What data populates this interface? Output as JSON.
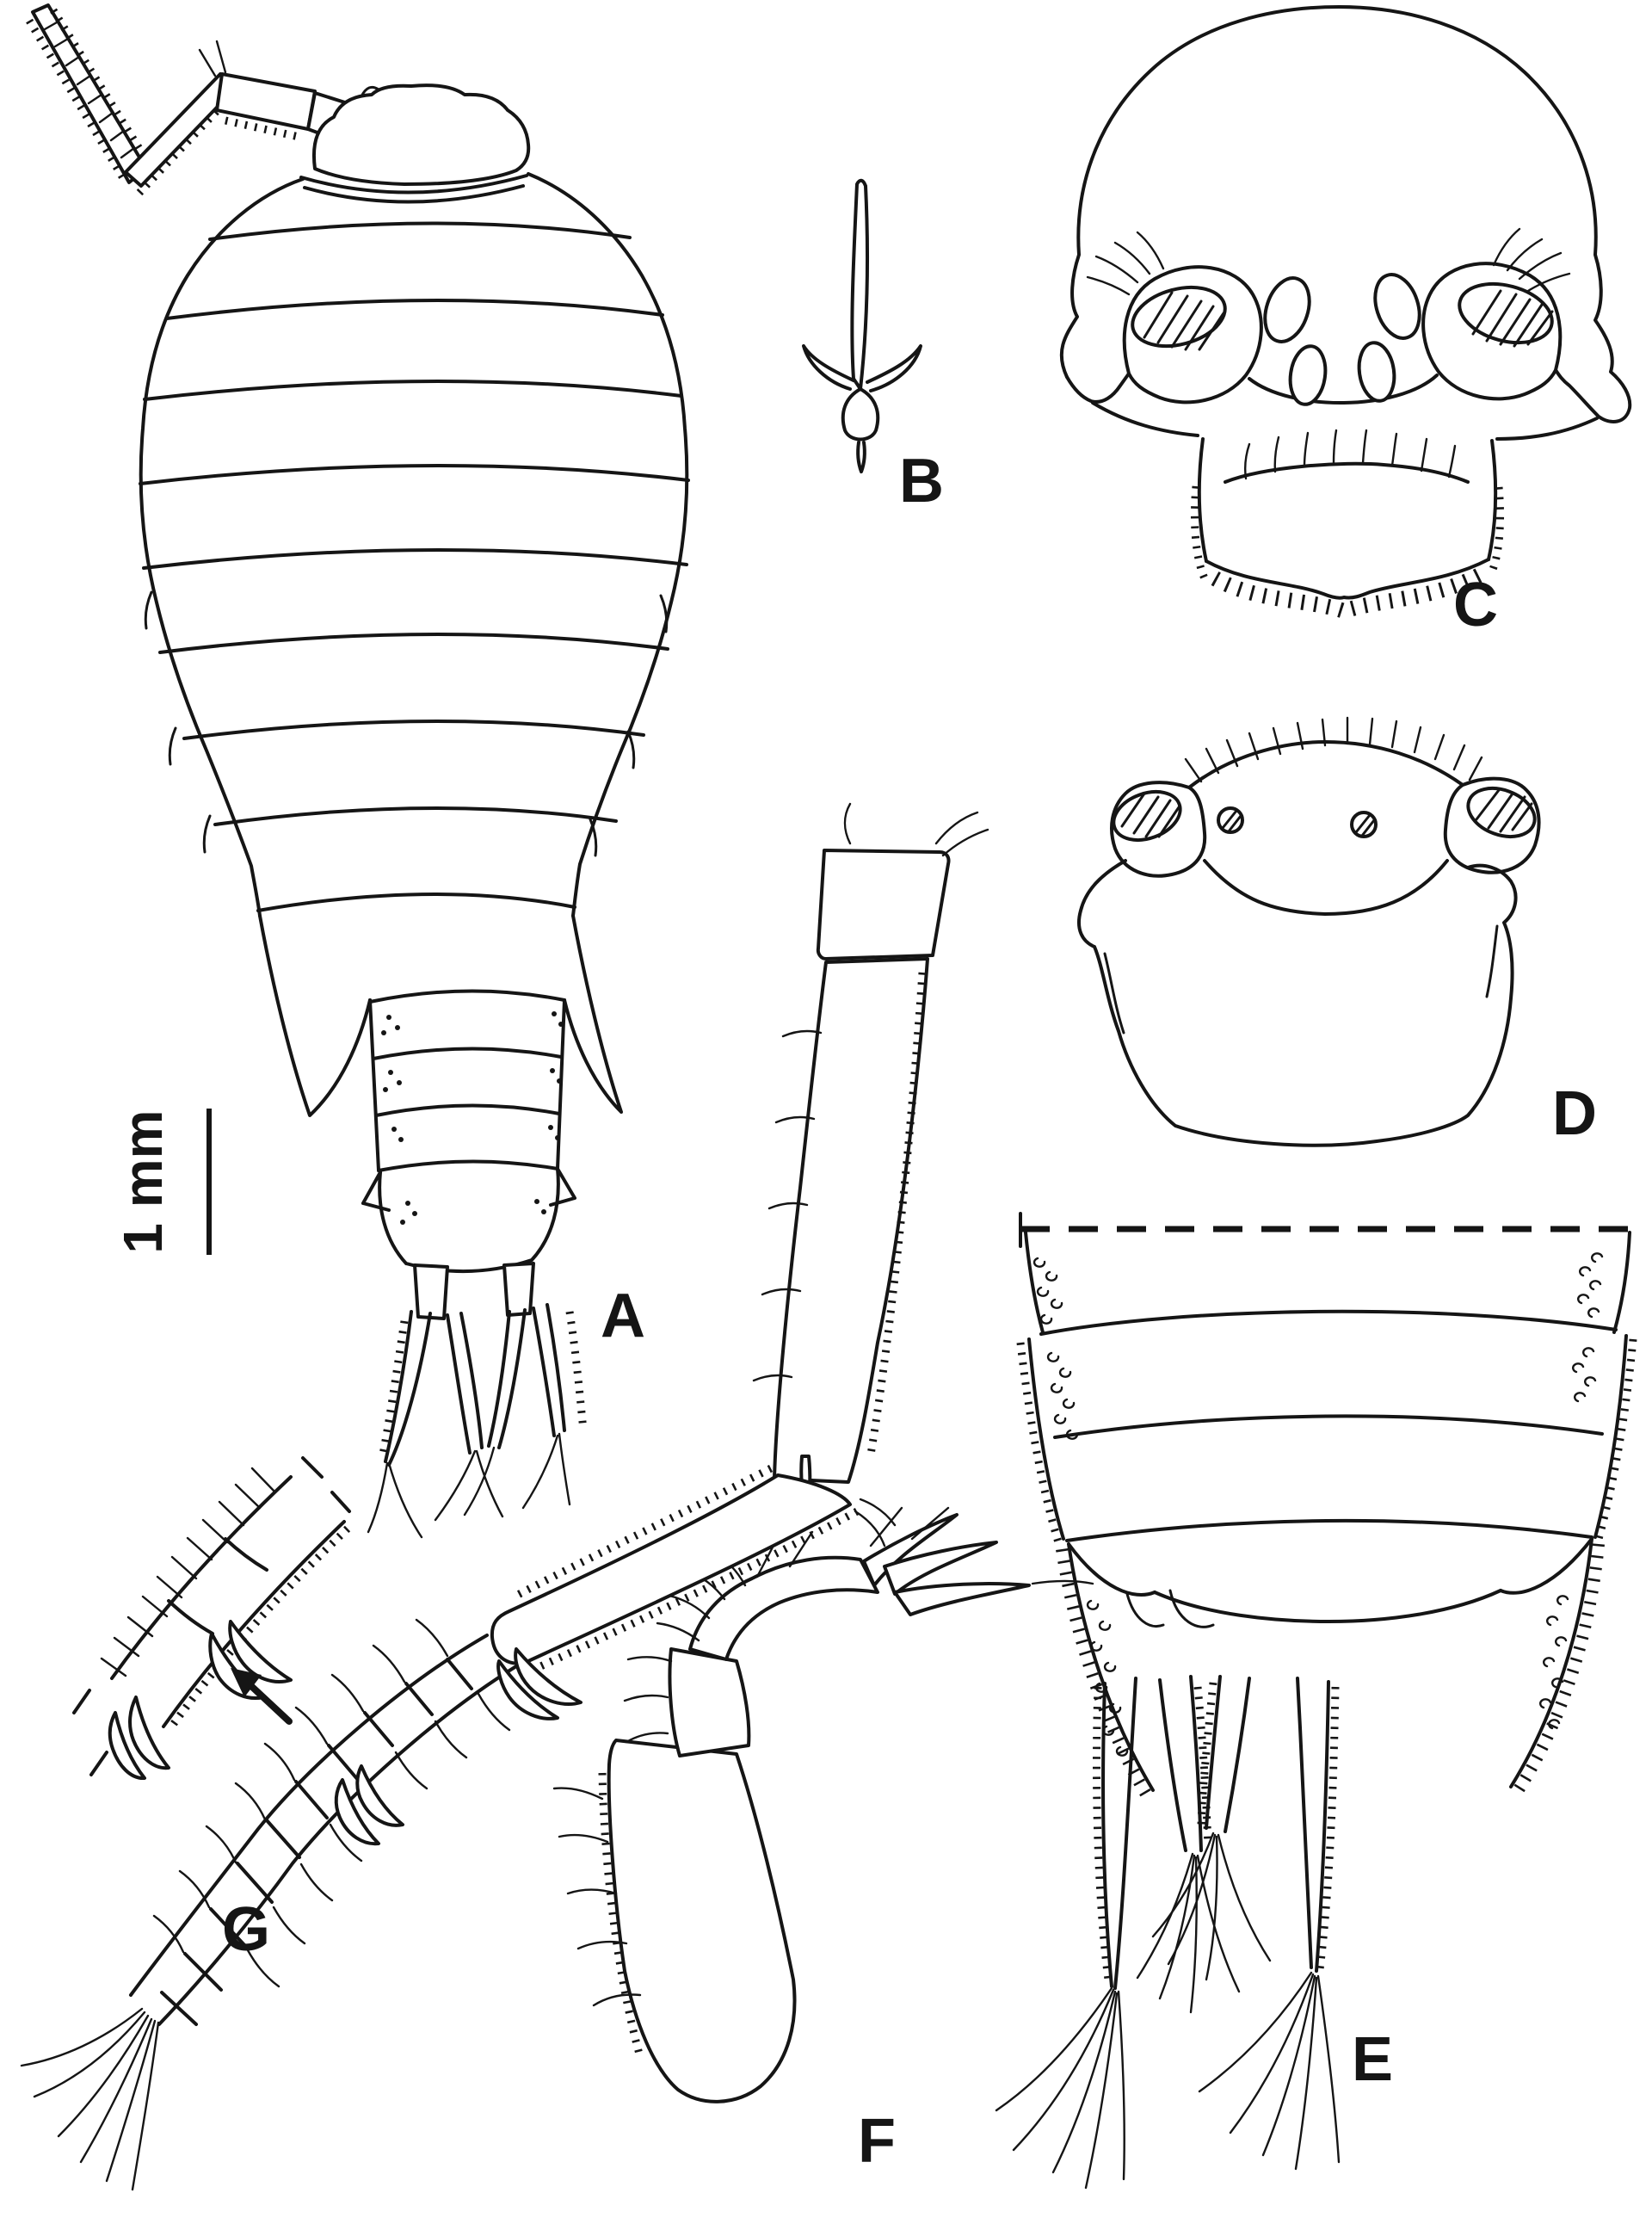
{
  "figure": {
    "background_color": "#ffffff",
    "ink_color": "#151515",
    "scale_bar": {
      "label": "1 mm"
    },
    "panels": [
      {
        "letter": "A"
      },
      {
        "letter": "B"
      },
      {
        "letter": "C"
      },
      {
        "letter": "D"
      },
      {
        "letter": "E"
      },
      {
        "letter": "F"
      },
      {
        "letter": "G"
      }
    ]
  }
}
